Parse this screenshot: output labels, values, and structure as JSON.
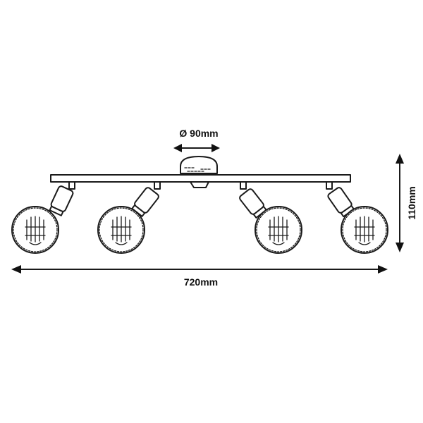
{
  "dimensions": {
    "canopy_diameter": "Ø 90mm",
    "total_height": "110mm",
    "total_width": "720mm"
  },
  "spotlight_count": 4,
  "colors": {
    "ink": "#1a1a1a",
    "background": "#ffffff"
  }
}
